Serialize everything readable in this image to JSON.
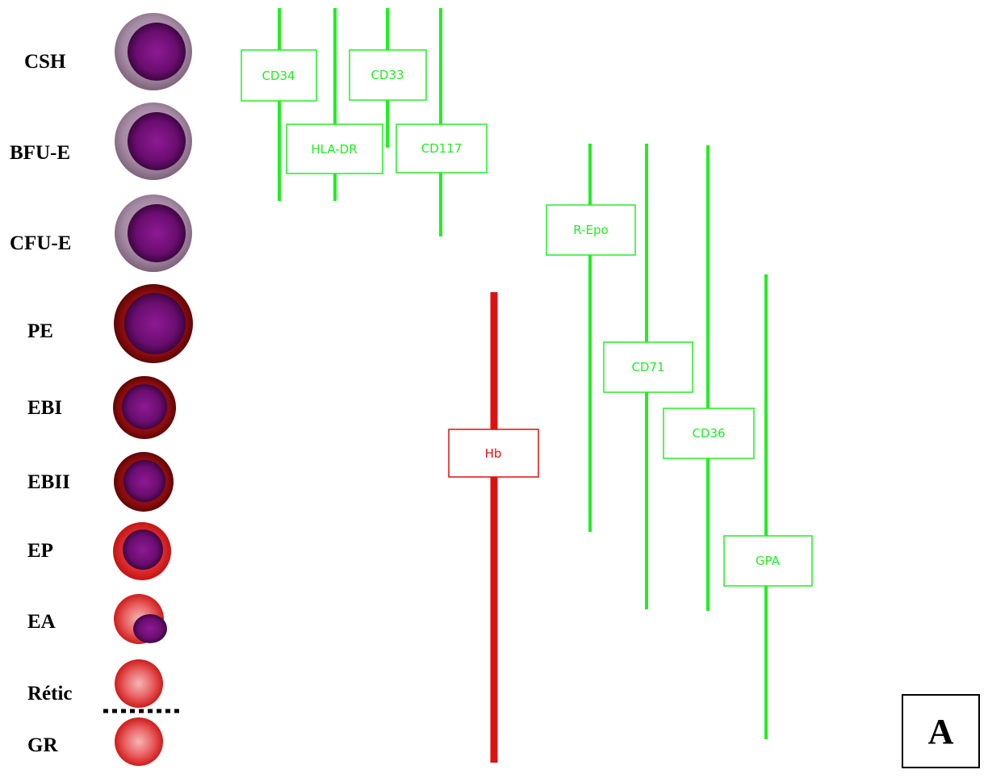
{
  "panel_label": "A",
  "colors": {
    "surface_marker": "#22ee22",
    "hemoglobin": "#dd1111",
    "nucleus": "#5a0a5e",
    "progenitor_cytoplasm": "#a889a6",
    "erythroblast_cytoplasm": "#8e0f0f",
    "mature_cytoplasm": "#e83a3a"
  },
  "stages": [
    {
      "label": "CSH",
      "cell": "progenitor"
    },
    {
      "label": "BFU-E",
      "cell": "progenitor"
    },
    {
      "label": "CFU-E",
      "cell": "progenitor"
    },
    {
      "label": "PE",
      "cell": "erythroblast-large"
    },
    {
      "label": "EBI",
      "cell": "erythroblast"
    },
    {
      "label": "EBII",
      "cell": "erythroblast-small"
    },
    {
      "label": "EP",
      "cell": "polychromatic"
    },
    {
      "label": "EA",
      "cell": "enucleating"
    },
    {
      "label": "Rétic",
      "cell": "reticulocyte"
    },
    {
      "label": "GR",
      "cell": "red-cell"
    }
  ],
  "markers": [
    {
      "label": "CD34",
      "color": "green"
    },
    {
      "label": "HLA-DR",
      "color": "green"
    },
    {
      "label": "CD33",
      "color": "green"
    },
    {
      "label": "CD117",
      "color": "green"
    },
    {
      "label": "R-Epo",
      "color": "green"
    },
    {
      "label": "CD71",
      "color": "green"
    },
    {
      "label": "CD36",
      "color": "green"
    },
    {
      "label": "GPA",
      "color": "green"
    },
    {
      "label": "Hb",
      "color": "red"
    }
  ]
}
